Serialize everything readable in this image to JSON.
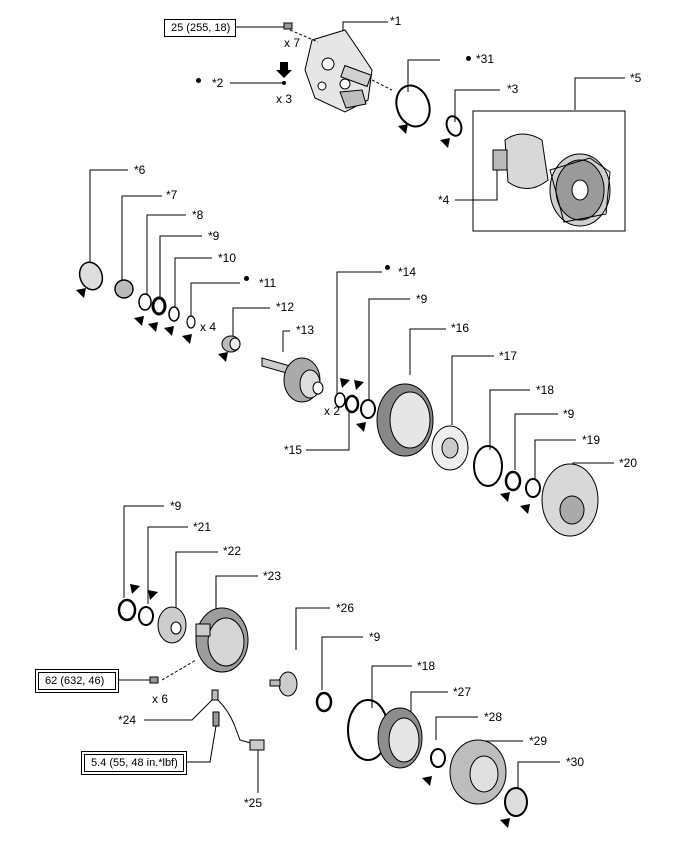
{
  "torque_specs": {
    "t1": "25 (255, 18)",
    "t2": "62 (632, 46)",
    "t3": "5.4 (55, 48 in.*lbf)"
  },
  "quantities": {
    "q1": "x 7",
    "q2": "x 3",
    "q3": "x 4",
    "q4": "x 2",
    "q5": "x 6"
  },
  "callouts": {
    "c1": "*1",
    "c2": "*2",
    "c3": "*3",
    "c4": "*4",
    "c5": "*5",
    "c6": "*6",
    "c7": "*7",
    "c8": "*8",
    "c9a": "*9",
    "c10": "*10",
    "c11": "*11",
    "c12": "*12",
    "c13": "*13",
    "c14": "*14",
    "c9b": "*9",
    "c15": "*15",
    "c16": "*16",
    "c17": "*17",
    "c18a": "*18",
    "c9c": "*9",
    "c19": "*19",
    "c20": "*20",
    "c9d": "*9",
    "c21": "*21",
    "c22": "*22",
    "c23": "*23",
    "c24": "*24",
    "c25": "*25",
    "c26": "*26",
    "c9e": "*9",
    "c18b": "*18",
    "c27": "*27",
    "c28": "*28",
    "c29": "*29",
    "c30": "*30",
    "c31": "*31"
  }
}
